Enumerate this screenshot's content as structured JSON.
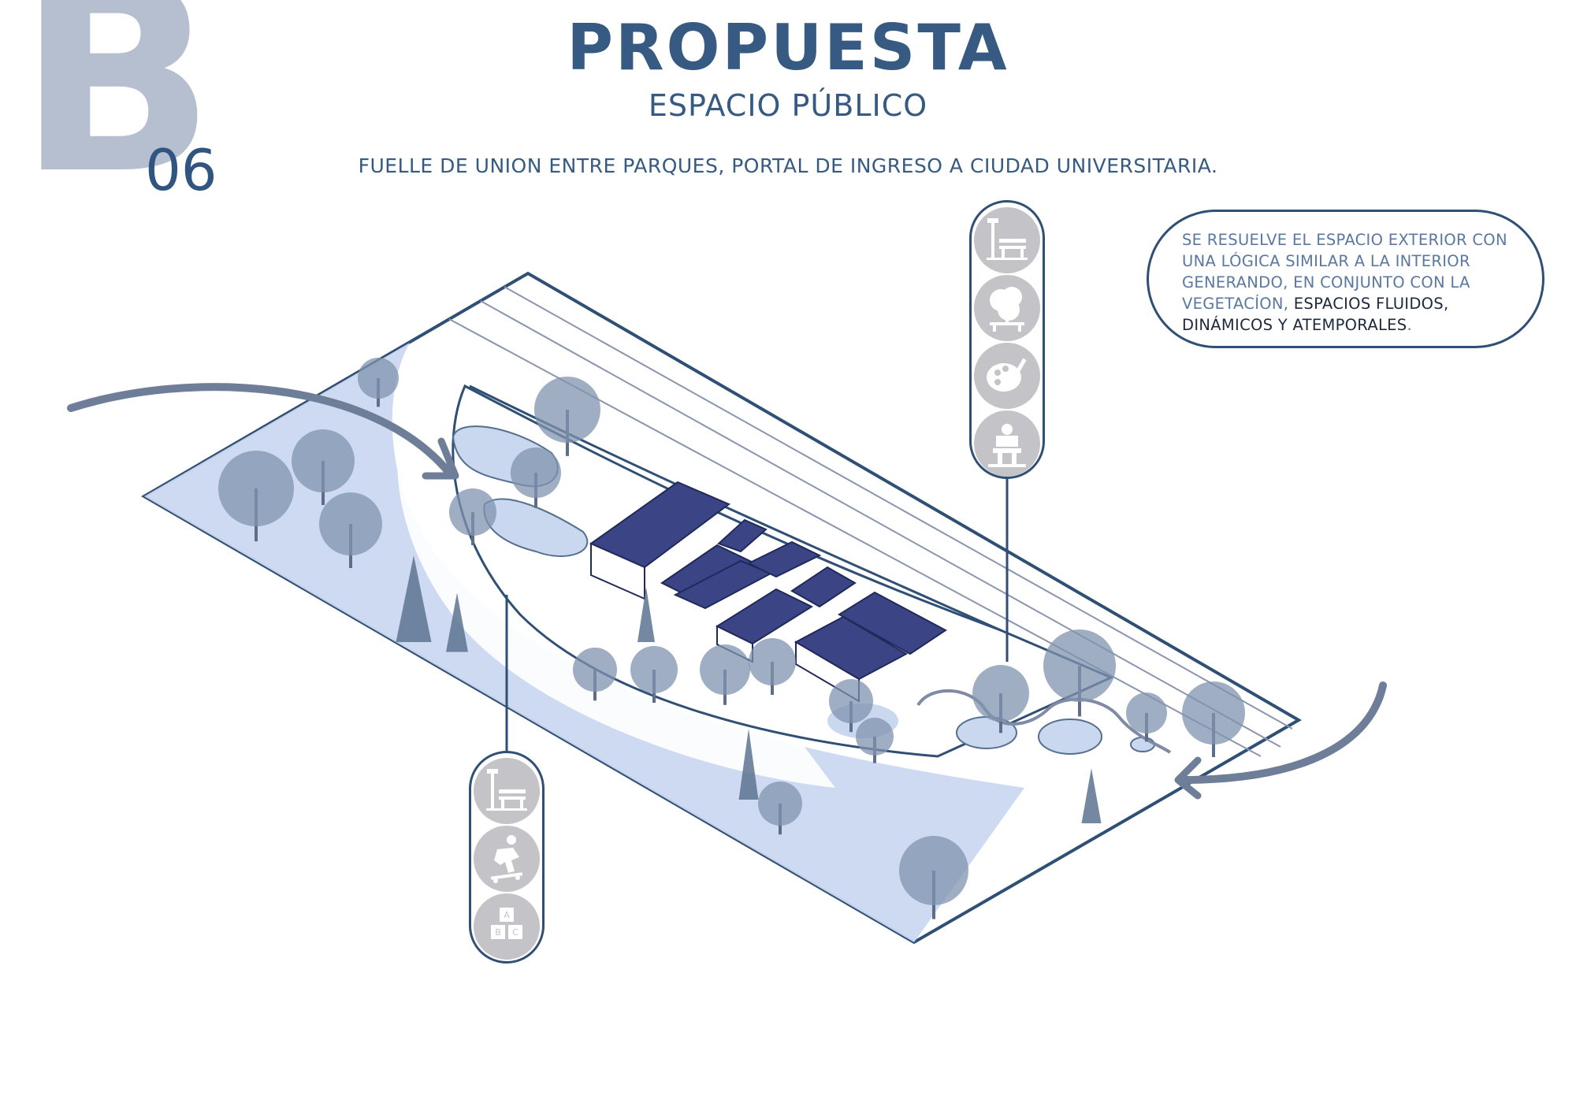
{
  "header": {
    "letter": "B",
    "number": "06",
    "title": "PROPUESTA",
    "subtitle": "ESPACIO PÚBLICO",
    "tagline": "FUELLE DE UNION ENTRE PARQUES, PORTAL DE INGRESO A CIUDAD UNIVERSITARIA."
  },
  "note": {
    "text_part1": "SE RESUELVE EL ESPACIO EXTERIOR CON UNA LÓGICA SIMILAR A LA INTERIOR GENERANDO, EN CONJUNTO CON LA VEGETACÍON, ",
    "text_part2": "ESPACIOS FLUIDOS, DINÁMICOS Y ATEMPORALES",
    "text_part3": "."
  },
  "icon_groups": {
    "upper": [
      "streetlamp-bench-icon",
      "tree-bench-icon",
      "art-palette-icon",
      "sculpture-icon"
    ],
    "lower": [
      "streetlamp-bench-icon",
      "skateboard-icon",
      "abc-blocks-icon"
    ]
  },
  "colors": {
    "accent": "#2f4f75",
    "ground": "#c9d7ef",
    "roof": "#3b4585",
    "tree": "#7f93ae",
    "icon_fill": "#c4c4c8",
    "letter": "#b6bfd0"
  }
}
